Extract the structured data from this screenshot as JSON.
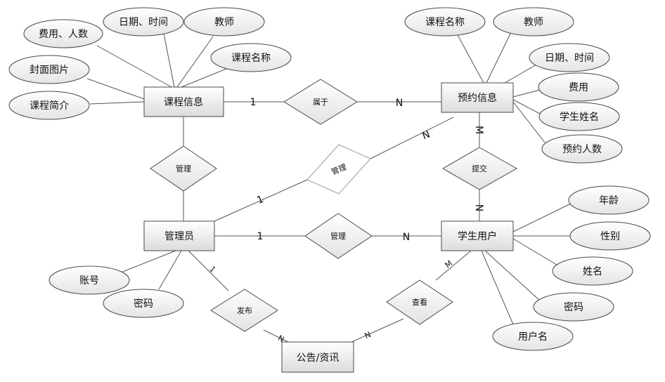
{
  "entities": {
    "course_info": "课程信息",
    "booking_info": "预约信息",
    "admin": "管理员",
    "student": "学生用户",
    "notice": "公告/资讯"
  },
  "relationships": {
    "belongs": "属于",
    "manage_course": "管理",
    "manage_booking": "管理",
    "manage_student": "管理",
    "submit": "提交",
    "publish": "发布",
    "view": "查看"
  },
  "attributes": {
    "course_info": [
      "费用、人数",
      "日期、时间",
      "教师",
      "课程名称",
      "封面图片",
      "课程简介"
    ],
    "booking_info": [
      "课程名称",
      "教师",
      "日期、时间",
      "费用",
      "学生姓名",
      "预约人数"
    ],
    "student": [
      "年龄",
      "性别",
      "姓名",
      "密码",
      "用户名"
    ],
    "admin": [
      "账号",
      "密码"
    ]
  },
  "cardinalities": {
    "belongs_left": "1",
    "belongs_right": "N",
    "manage_booking_admin": "1",
    "manage_booking_booking": "N",
    "manage_student_admin": "1",
    "manage_student_student": "N",
    "submit_booking": "M",
    "submit_student": "N",
    "publish_admin": "1",
    "publish_notice": "N",
    "view_student": "M",
    "view_notice": "N"
  }
}
